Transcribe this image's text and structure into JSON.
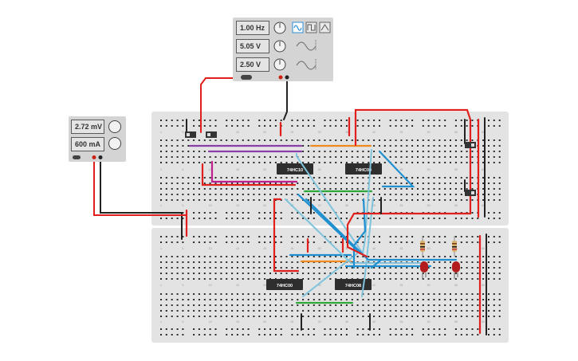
{
  "function_generator": {
    "frequency": "1.00 Hz",
    "amplitude": "5.05 V",
    "dc_offset": "2.50 V",
    "waveforms": [
      "sine-wave-icon",
      "square-wave-icon",
      "triangle-wave-icon"
    ],
    "selected_waveform": "sine-wave-icon"
  },
  "power_supply": {
    "voltage": "2.72 mV",
    "current": "600 mA"
  },
  "ics": {
    "top_left": "74HC10",
    "top_right": "74HC00",
    "bottom_left": "74HC00",
    "bottom_right": "74HC08"
  },
  "breadboard": {
    "column_numbers": [
      "1",
      "5",
      "10",
      "15",
      "20",
      "25",
      "30",
      "35",
      "40",
      "45",
      "50",
      "55",
      "60"
    ]
  },
  "colors": {
    "breadboard": "#e3e3e3",
    "hole": "#2b2b2b",
    "wire_red": "#e0201c",
    "wire_black": "#222222",
    "wire_blue": "#1f8fd0",
    "wire_lightblue": "#7fc4dc",
    "wire_purple": "#8a3fa8",
    "wire_orange": "#f08a1c",
    "wire_magenta": "#c0208f",
    "wire_green": "#2fa83a",
    "led": "#b21c1c",
    "ic_body": "#2e2e2e"
  }
}
